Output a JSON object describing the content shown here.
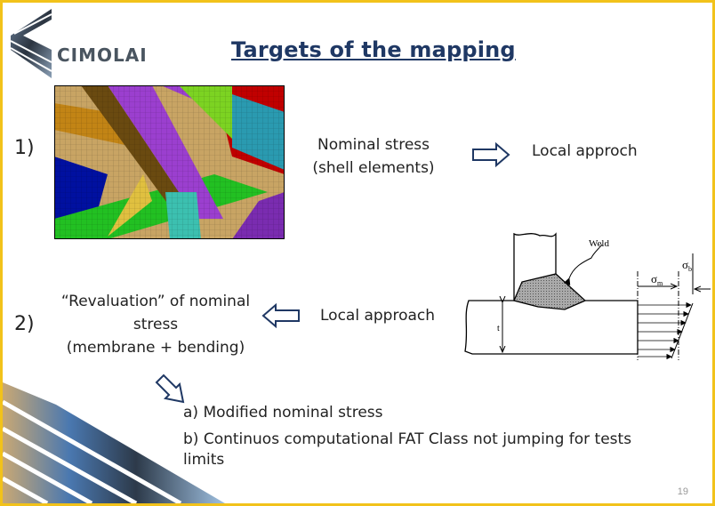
{
  "logo": {
    "text": "CIMOLAI"
  },
  "title": "Targets of the mapping",
  "item1": {
    "number": "1)",
    "label_line1": "Nominal stress",
    "label_line2": "(shell elements)",
    "target": "Local approch"
  },
  "item2": {
    "number": "2)",
    "label_line1": "“Revaluation” of nominal",
    "label_line2": "stress",
    "label_line3": "(membrane + bending)",
    "source": "Local approach"
  },
  "diagram": {
    "weld_label": "Weld",
    "thickness_label": "t",
    "sigma_m": "σ",
    "sigma_m_sub": "m",
    "sigma_b": "σ",
    "sigma_b_sub": "b"
  },
  "options": {
    "a": "a) Modified nominal stress",
    "b_line1": "b) Continuos computational FAT Class not jumping for tests",
    "b_line2": "limits"
  },
  "page_number": "19",
  "colors": {
    "border": "#f2c21a",
    "title": "#1f3864",
    "arrow": "#1f3864"
  }
}
